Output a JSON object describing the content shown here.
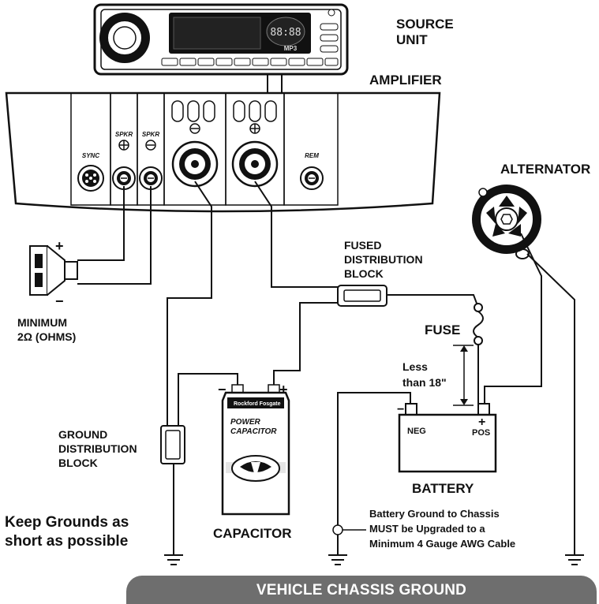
{
  "source_unit": {
    "label_line1": "SOURCE",
    "label_line2": "UNIT",
    "badge": "MP3",
    "display_digits": "88:88"
  },
  "amplifier": {
    "label": "AMPLIFIER",
    "terminals": {
      "sync": "SYNC",
      "spkr_pos": "SPKR",
      "spkr_neg": "SPKR",
      "rem": "REM"
    }
  },
  "speaker": {
    "label_line1": "MINIMUM",
    "label_line2": "2Ω (OHMS)",
    "plus": "+",
    "minus": "−"
  },
  "alternator": {
    "label": "ALTERNATOR"
  },
  "fused_block": {
    "line1": "FUSED",
    "line2": "DISTRIBUTION",
    "line3": "BLOCK"
  },
  "fuse": {
    "label": "FUSE",
    "distance_line1": "Less",
    "distance_line2": "than 18\""
  },
  "battery": {
    "label": "BATTERY",
    "neg": "NEG",
    "pos": "POS",
    "neg_sign": "−",
    "pos_sign": "+"
  },
  "ground_block": {
    "line1": "GROUND",
    "line2": "DISTRIBUTION",
    "line3": "BLOCK"
  },
  "capacitor": {
    "label": "CAPACITOR",
    "brand": "Rockford Fosgate",
    "product_line1": "POWER",
    "product_line2": "CAPACITOR",
    "neg": "−",
    "pos": "+"
  },
  "note_grounds": {
    "line1": "Keep Grounds as",
    "line2": "short as possible"
  },
  "note_battery": {
    "line1": "Battery Ground to Chassis",
    "line2": "MUST be Upgraded to a",
    "line3": "Minimum 4 Gauge AWG Cable"
  },
  "chassis": {
    "label": "VEHICLE CHASSIS GROUND"
  }
}
